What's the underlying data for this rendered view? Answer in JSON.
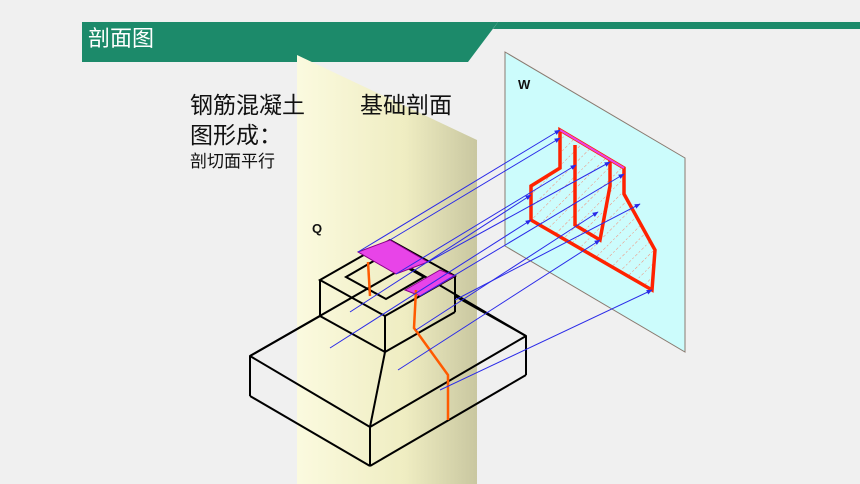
{
  "header": {
    "title": "剖面图",
    "colors": {
      "bar": "#1c8a6a",
      "bar_light": "#4fb595"
    }
  },
  "body": {
    "line1": "钢筋混凝土",
    "line1_hidden_tail": "基础剖面",
    "line2": "图形成：",
    "line3": "剖切面平行"
  },
  "diagram": {
    "cut_plane_label": "Q",
    "projection_plane_label": "W",
    "colors": {
      "cut_plane": "#f3f2cc",
      "projection_plane": "#ccfcfc",
      "section_outline": "#ff2200",
      "section_top": "#e844e8",
      "projectors": "#2a2ae8",
      "hatch": "#ff5533"
    }
  }
}
